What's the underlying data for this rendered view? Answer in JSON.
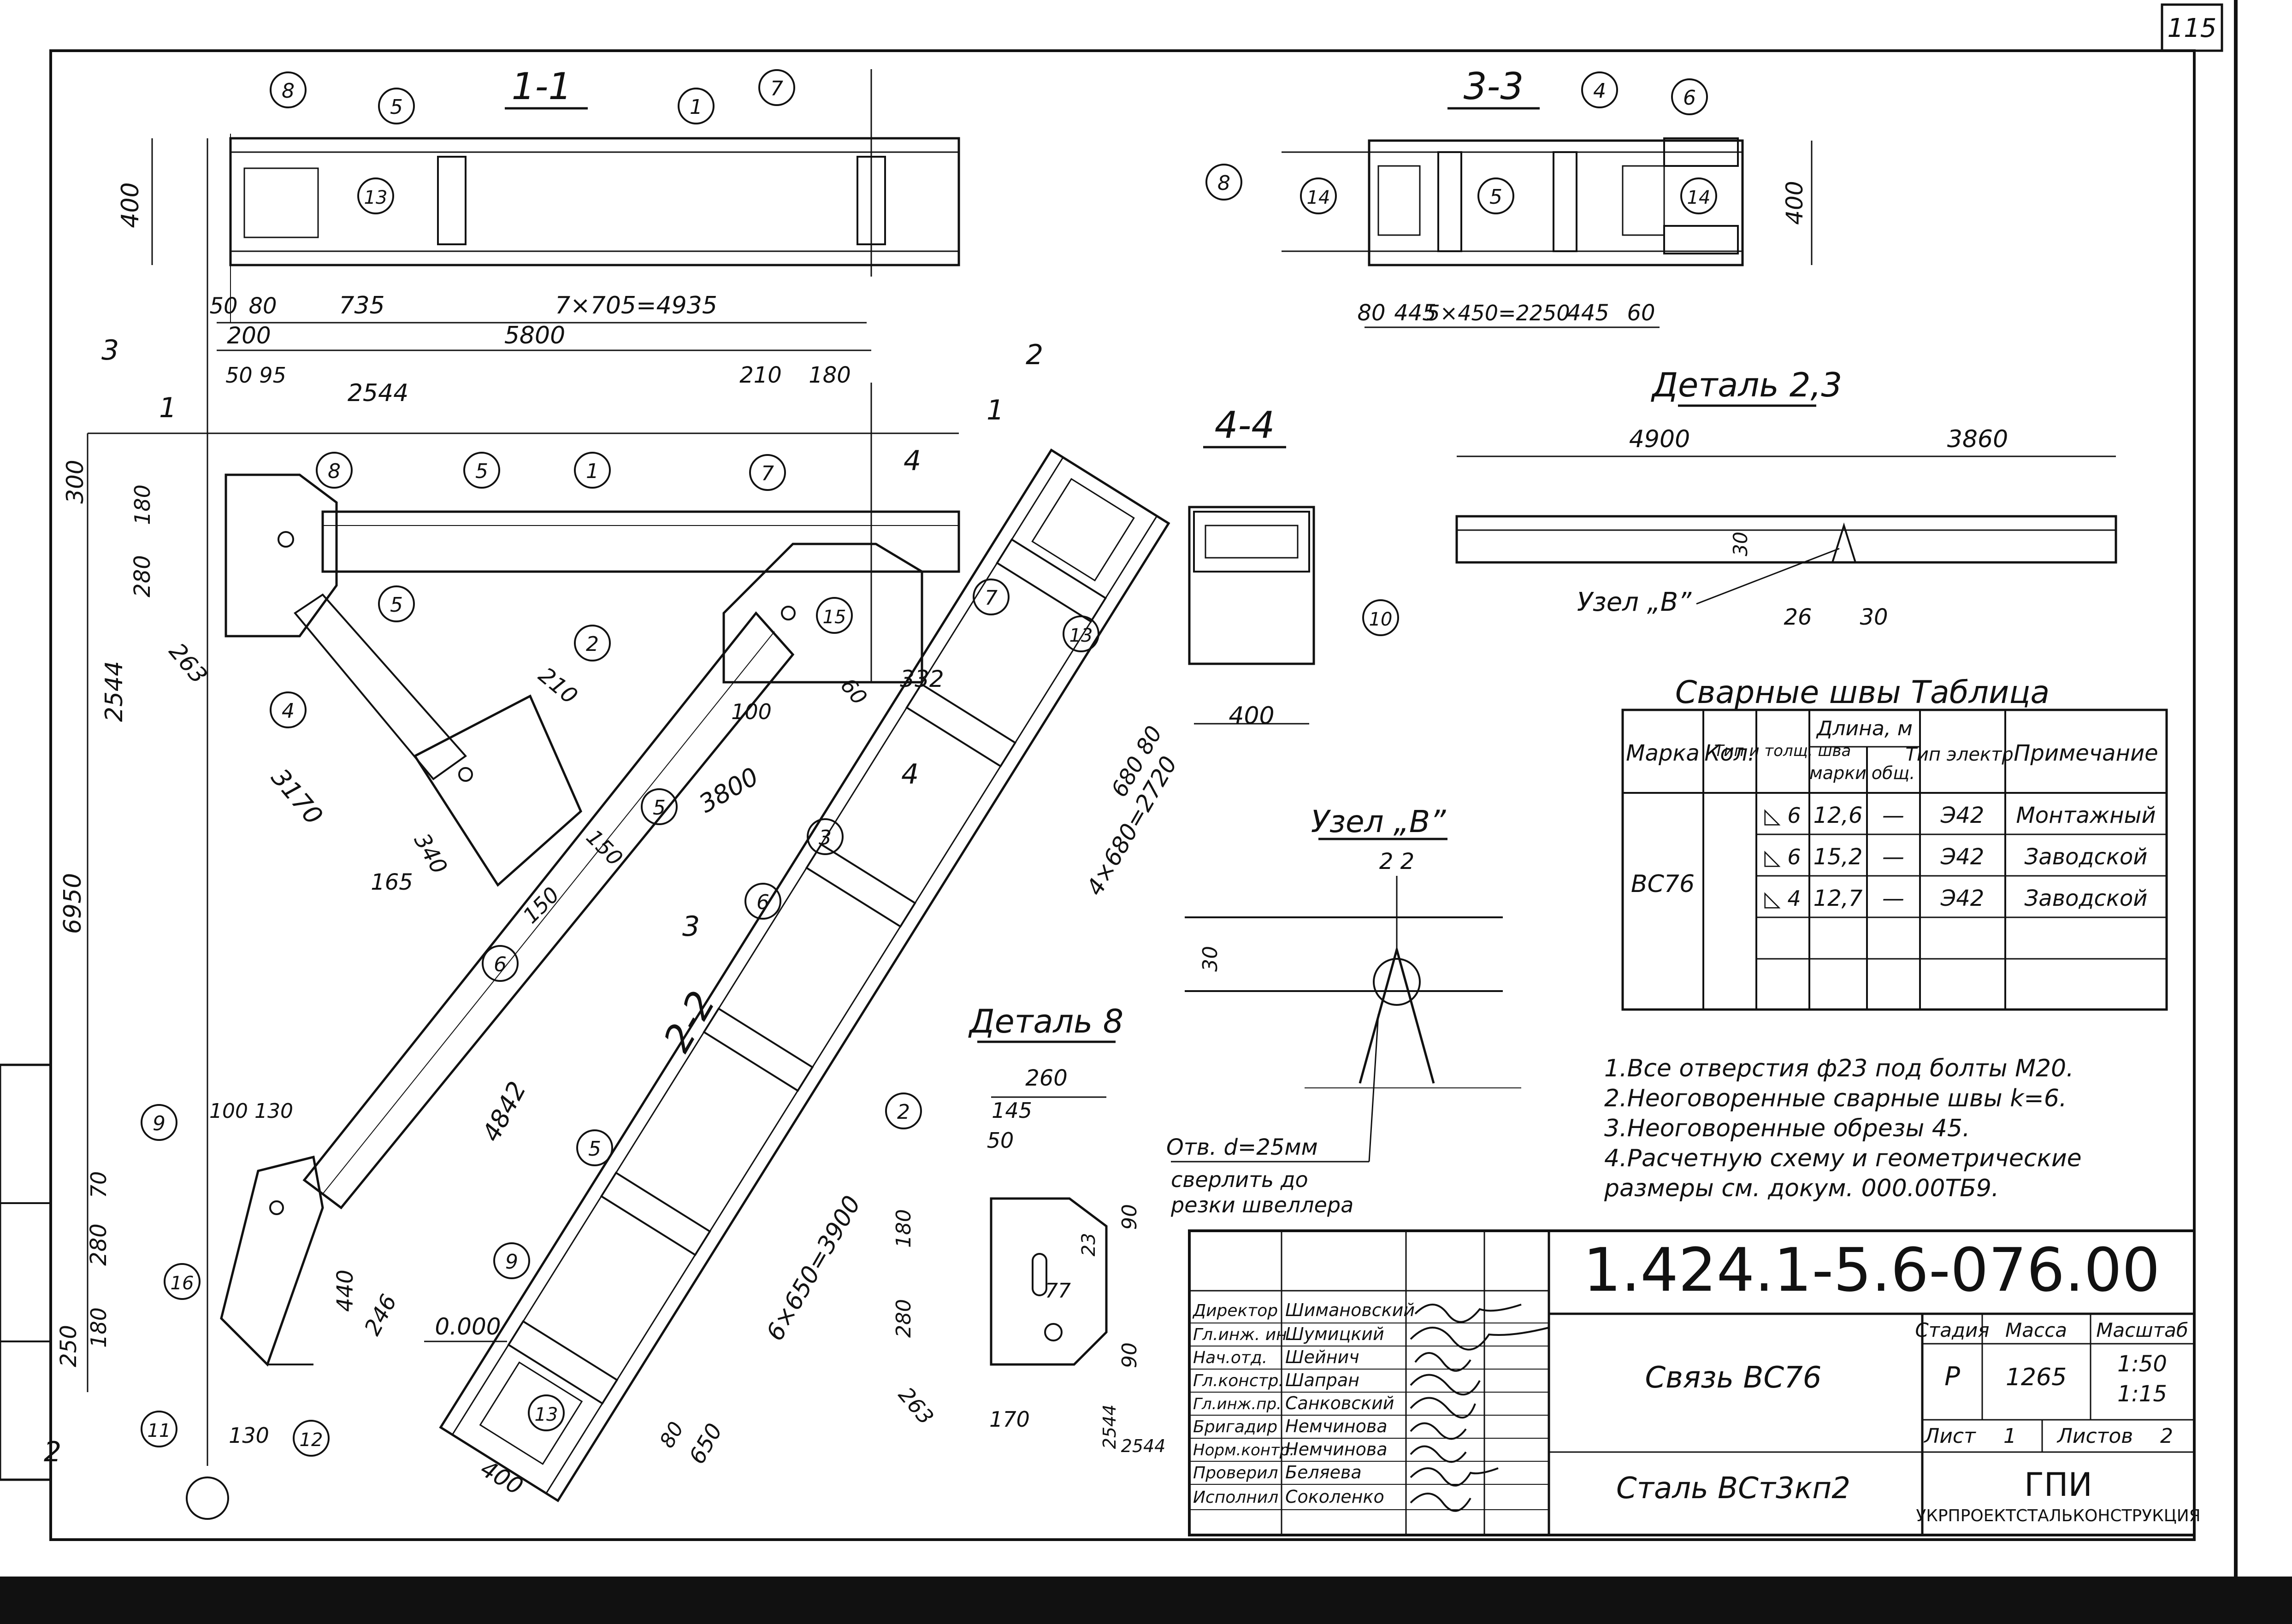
{
  "sheet": {
    "page_number": "115",
    "document_code": "1.424.1-5.6-076.00",
    "title": "Связь ВС76",
    "material": "Сталь ВСт3кп2",
    "organization": "ГПИ",
    "organization_full": "УКРПРОЕКТСТАЛЬКОНСТРУКЦИЯ",
    "stage_header": "Стадия",
    "mass_header": "Масса",
    "scale_header": "Масштаб",
    "stage": "Р",
    "mass": "1265",
    "scale_1": "1:50",
    "scale_2": "1:15",
    "sheet_label": "Лист",
    "sheet_no": "1",
    "sheets_label": "Листов",
    "sheets_total": "2"
  },
  "signatures": [
    {
      "role": "Директор",
      "name": "Шимановский"
    },
    {
      "role": "Гл.инж. ин.",
      "name": "Шумицкий"
    },
    {
      "role": "Нач.отд.",
      "name": "Шейнич"
    },
    {
      "role": "Гл.констр.",
      "name": "Шапран"
    },
    {
      "role": "Гл.инж.пр.",
      "name": "Санковский"
    },
    {
      "role": "Бригадир",
      "name": "Немчинова"
    },
    {
      "role": "Норм.контр.",
      "name": "Немчинова"
    },
    {
      "role": "Проверил",
      "name": "Беляева"
    },
    {
      "role": "Исполнил",
      "name": "Соколенко"
    }
  ],
  "views": {
    "v11": "1-1",
    "v33": "3-3",
    "v44": "4-4",
    "v22": "2-2",
    "detail23": "Деталь 2,3",
    "detail8": "Деталь 8",
    "node_b": "Узел „В”",
    "node_b_ref": "Узел „В”"
  },
  "dims": {
    "d400a": "400",
    "d50": "50",
    "d80": "80",
    "d735": "735",
    "d7x705": "7×705=4935",
    "d200": "200",
    "d5800": "5800",
    "d5095": "50 95",
    "d2544": "2544",
    "d210": "210",
    "d180": "180",
    "d300": "300",
    "d180b": "180",
    "d280": "280",
    "d2544v": "2544",
    "d263": "263",
    "d3170": "3170",
    "d6950": "6950",
    "d3800": "3800",
    "d332": "332",
    "d60": "60",
    "d100": "100",
    "d340": "340",
    "d165": "165",
    "d150a": "150",
    "d150b": "150",
    "d4842": "4842",
    "d440": "440",
    "d246": "246",
    "d0000": "0.000",
    "d70": "70",
    "d280b": "280",
    "d250": "250",
    "d180c": "180",
    "d130": "130",
    "d100130": "100 130",
    "d3_80": "80",
    "d445a": "445",
    "d5x450": "5×450=2250",
    "d445b": "445",
    "d3_60": "60",
    "d400b": "400",
    "d400c": "400",
    "d4900": "4900",
    "d3860": "3860",
    "d30a": "30",
    "d26": "26",
    "d30b": "30",
    "d4x680": "4×680=2720",
    "d68080": "680 80",
    "d6x650": "6×650=3900",
    "d650": "650",
    "d80b": "80",
    "d400d": "400",
    "d260": "260",
    "d145": "145",
    "d50b": "50",
    "d90a": "90",
    "d23": "23",
    "d180d": "180",
    "d77": "77",
    "d280c": "280",
    "d90b": "90",
    "d263b": "263",
    "d170": "170",
    "d2544b": "2544",
    "d2544c": "2544",
    "d30c": "30",
    "d22": "2  2",
    "hole_note_1": "Отв. d=25мм",
    "hole_note_2": "сверлить до",
    "hole_note_3": "резки швеллера"
  },
  "marks": [
    "1",
    "2",
    "3",
    "4",
    "5",
    "6",
    "7",
    "8",
    "9",
    "10",
    "11",
    "12",
    "13",
    "14",
    "15",
    "16"
  ],
  "weld_table": {
    "title": "Сварные  швы  Таблица",
    "headers": {
      "mark": "Марка",
      "qty": "Кол.",
      "type_thick": "Тип и толщ. шва",
      "length": "Длина, м",
      "len_mark": "марки",
      "len_total": "общ.",
      "electrode": "Тип электр.",
      "note": "Примечание"
    },
    "mark_value": "ВС76",
    "rows": [
      {
        "type": "◺ 6",
        "len": "12,6",
        "total": "—",
        "electrode": "Э42",
        "note": "Монтажный"
      },
      {
        "type": "◺ 6",
        "len": "15,2",
        "total": "—",
        "electrode": "Э42",
        "note": "Заводской"
      },
      {
        "type": "◺ 4",
        "len": "12,7",
        "total": "—",
        "electrode": "Э42",
        "note": "Заводской"
      }
    ]
  },
  "notes": [
    "1.Все отверстия ф23 под болты М20.",
    "2.Неоговоренные сварные швы k=6.",
    "3.Неоговоренные обрезы 45.",
    "4.Расчетную схему и геометрические",
    "   размеры см. докум. 000.00ТБ9."
  ]
}
